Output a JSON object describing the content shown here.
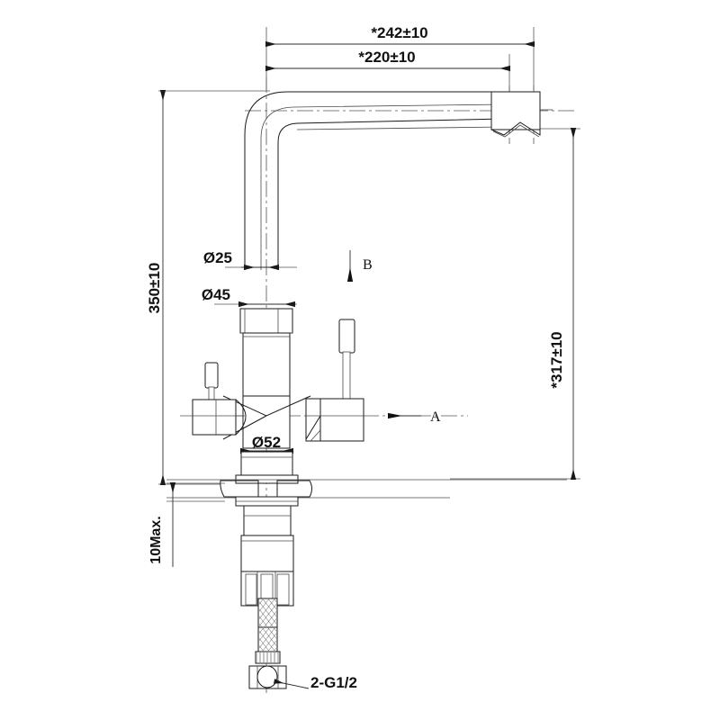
{
  "drawing": {
    "title": "Kitchen Mixer Faucet Dimensional Drawing",
    "background_color": "#ffffff",
    "line_color": "#1a1a1a",
    "dimensions": {
      "spout_overall_reach": {
        "label": "*242±10",
        "value": 242,
        "tolerance": 10,
        "unit": "mm",
        "orientation": "horizontal"
      },
      "spout_inner_reach": {
        "label": "*220±10",
        "value": 220,
        "tolerance": 10,
        "unit": "mm",
        "orientation": "horizontal"
      },
      "overall_height": {
        "label": "350±10",
        "value": 350,
        "tolerance": 10,
        "unit": "mm",
        "orientation": "vertical"
      },
      "spout_height": {
        "label": "*317±10",
        "value": 317,
        "tolerance": 10,
        "unit": "mm",
        "orientation": "vertical"
      },
      "spout_tube_diameter": {
        "label": "Ø25",
        "value": 25,
        "unit": "mm",
        "orientation": "horizontal"
      },
      "body_neck_diameter": {
        "label": "Ø45",
        "value": 45,
        "unit": "mm",
        "orientation": "horizontal"
      },
      "base_diameter": {
        "label": "Ø52",
        "value": 52,
        "unit": "mm",
        "orientation": "horizontal"
      },
      "max_deck_thickness": {
        "label": "10Max.",
        "value": 10,
        "unit": "mm",
        "orientation": "vertical"
      }
    },
    "annotations": {
      "view_arrow_b": {
        "label": "B",
        "direction": "down"
      },
      "view_arrow_a": {
        "label": "A",
        "direction": "left"
      },
      "thread_callout": {
        "label": "2-G1/2",
        "description": "two G1/2 threaded inlet connections"
      }
    }
  }
}
